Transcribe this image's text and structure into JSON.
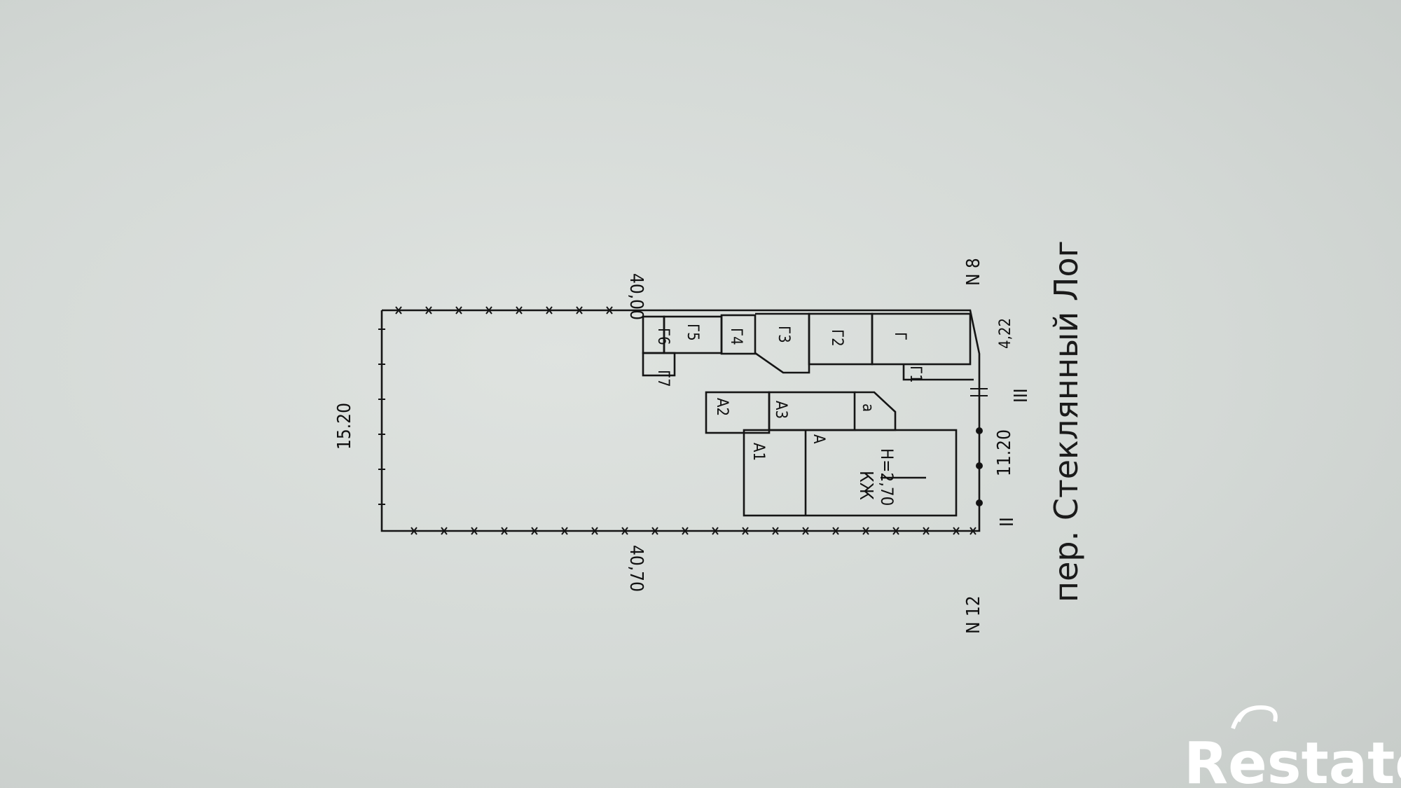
{
  "plan": {
    "dimensions": {
      "top": "15.20",
      "left": "40,00",
      "right": "40,70",
      "bottom_a": "11.20",
      "bottom_b": "4,22"
    },
    "neighbors": {
      "left": "N 8",
      "right": "N 12"
    },
    "markers": {
      "frontage_left": "III",
      "frontage_right": "II"
    },
    "street": "пер. Стеклянный Лог",
    "house": {
      "material": "КЖ",
      "height": "H=2,70"
    },
    "buildings": {
      "A": "А",
      "A1": "А1",
      "A2": "А2",
      "A3": "А3",
      "a": "а",
      "G": "Г",
      "G1": "Г1",
      "G2": "Г2",
      "G3": "Г3",
      "G4": "Г4",
      "G5": "Г5",
      "G6": "Г6",
      "G7": "Г7"
    }
  },
  "watermark": {
    "brand": "Restate",
    "color": "#ffffff"
  }
}
